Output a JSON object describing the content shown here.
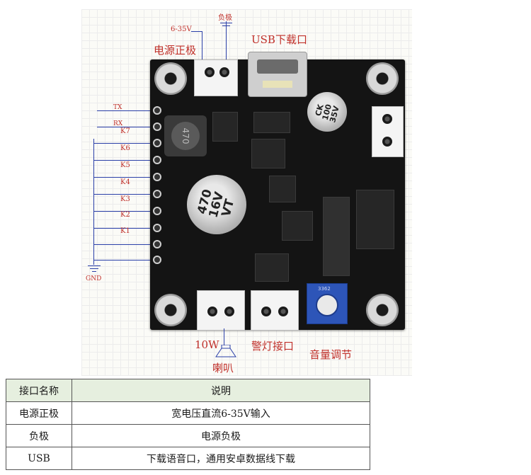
{
  "diagram": {
    "labels": {
      "voltage": "6-35V",
      "negative": "负极",
      "usb_port": "USB下载口",
      "power_positive": "电源正极",
      "tx": "TX",
      "rx": "RX",
      "keys": [
        "K7",
        "K6",
        "K5",
        "K4",
        "K3",
        "K2",
        "K1"
      ],
      "gnd": "GND",
      "speaker_power": "10W",
      "speaker": "喇叭",
      "alarm_port": "警灯接口",
      "volume": "音量调节"
    },
    "components": {
      "cap_large": [
        "470",
        "16V",
        "VT"
      ],
      "cap_small": [
        "CK",
        "100",
        "35V"
      ],
      "inductor": "470",
      "pot_text": "3362"
    }
  },
  "table": {
    "headers": [
      "接口名称",
      "说明"
    ],
    "rows": [
      [
        "电源正极",
        "宽电压直流6-35V输入"
      ],
      [
        "负极",
        "电源负极"
      ],
      [
        "USB",
        "下载语音口，通用安卓数据线下载"
      ]
    ]
  }
}
